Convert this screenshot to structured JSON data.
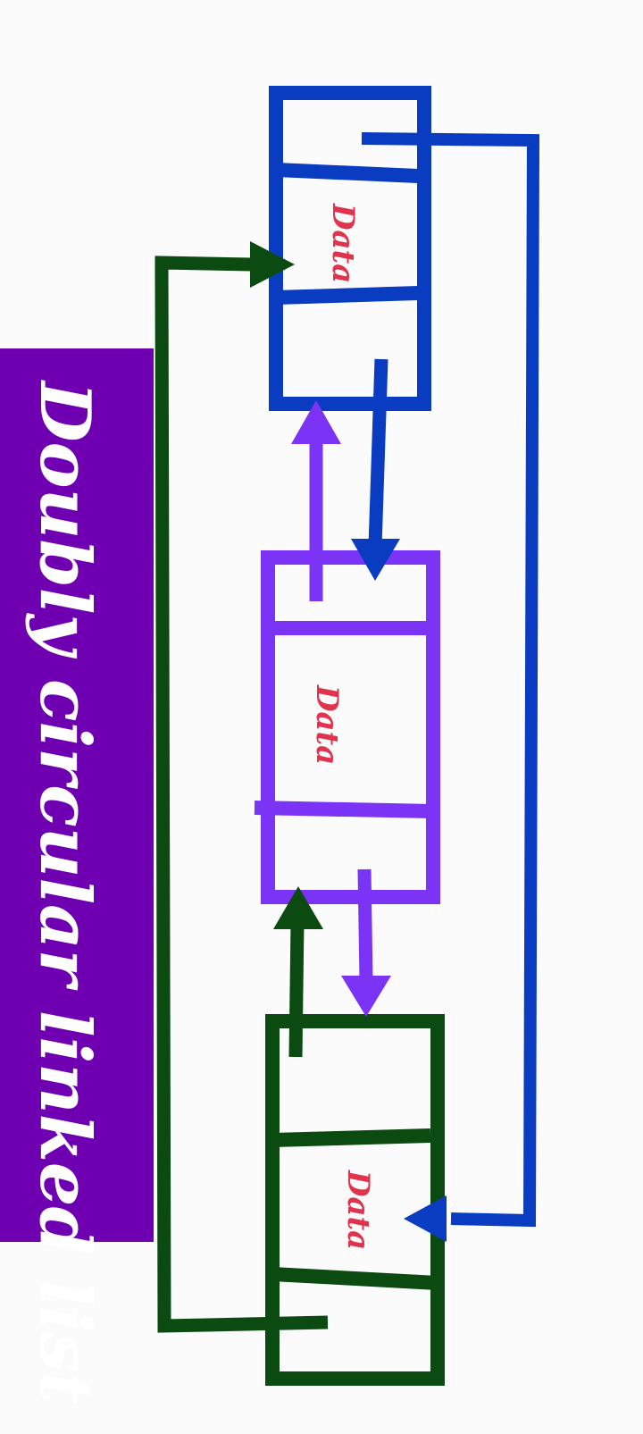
{
  "title": "Doubly circular linked list",
  "colors": {
    "background": "#fbfbfb",
    "title_band": "#6e00b2",
    "title_text": "#ffffff",
    "node1": "#0a3cc2",
    "node2": "#7b33f5",
    "node3": "#0b4a10",
    "data_text": "#e0334d"
  },
  "nodes": [
    {
      "id": "node-1",
      "data_label": "Data"
    },
    {
      "id": "node-2",
      "data_label": "Data"
    },
    {
      "id": "node-3",
      "data_label": "Data"
    }
  ]
}
